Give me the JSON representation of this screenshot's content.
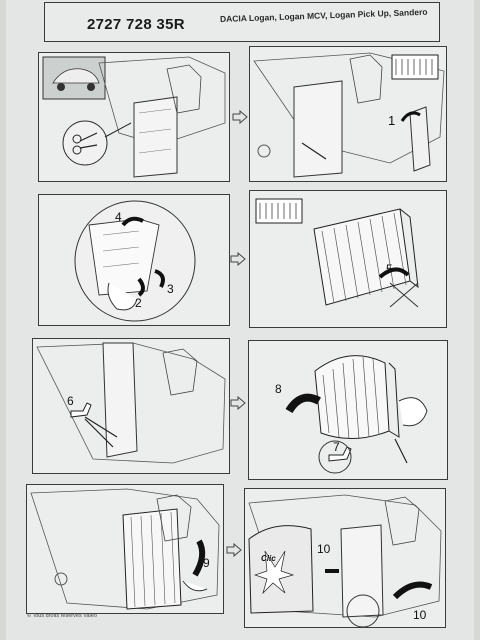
{
  "header": {
    "part_number": "2727 728 35R",
    "models": "DACIA Logan, Logan MCV, Logan Pick Up, Sandero"
  },
  "steps": [
    {
      "panel": "p1",
      "labels": []
    },
    {
      "panel": "p2",
      "labels": [
        "1"
      ]
    },
    {
      "panel": "p3",
      "labels": [
        "4",
        "2",
        "3"
      ]
    },
    {
      "panel": "p4",
      "labels": [
        "5"
      ]
    },
    {
      "panel": "p5",
      "labels": [
        "6"
      ]
    },
    {
      "panel": "p6",
      "labels": [
        "8",
        "7"
      ]
    },
    {
      "panel": "p7",
      "labels": [
        "9"
      ]
    },
    {
      "panel": "p8",
      "labels": [
        "10",
        "10",
        "Clic"
      ]
    }
  ],
  "footer": {
    "text": "© Tous droits réservés Valeo"
  },
  "icons": [
    "vehicle-icon",
    "scissors-icon",
    "filter-icon",
    "flow-arrow-icon",
    "oil-can-icon",
    "hand-icon"
  ]
}
